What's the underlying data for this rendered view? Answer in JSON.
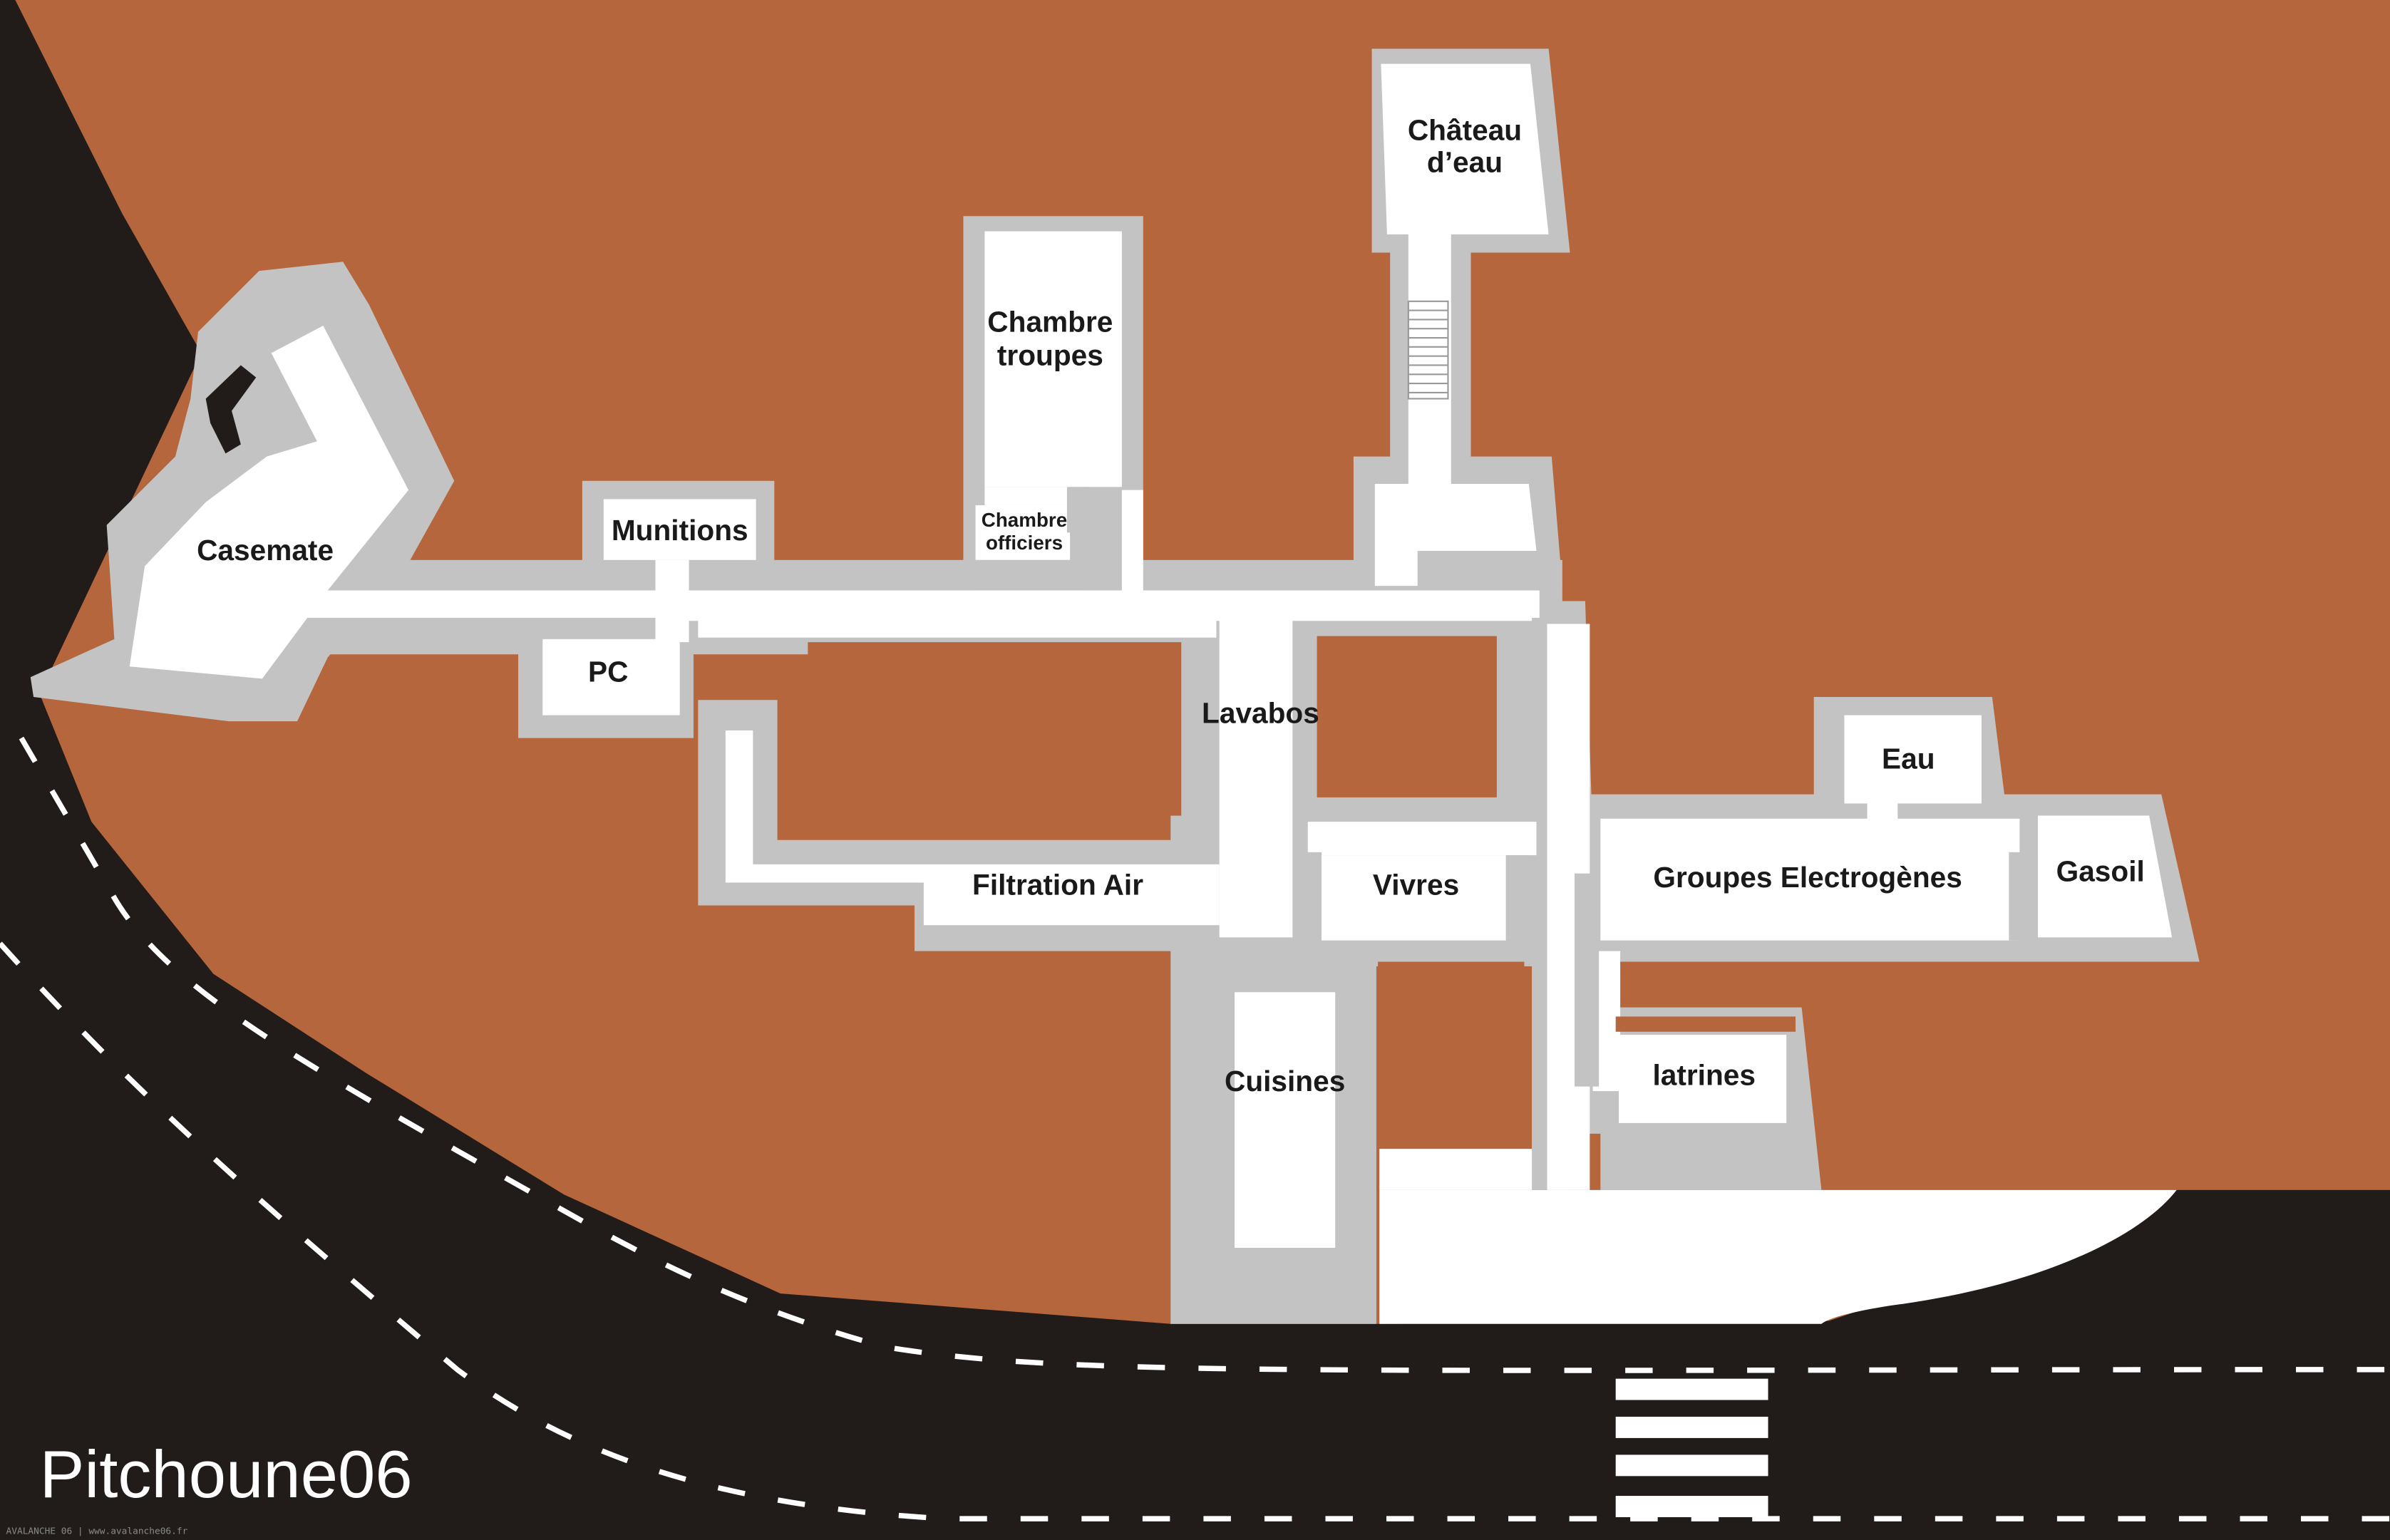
{
  "map": {
    "title": "Pitchoune06",
    "credit": "AVALANCHE 06 | www.avalanche06.fr"
  },
  "rooms": {
    "casemate": "Casemate",
    "munitions": "Munitions",
    "chambre_troupes_1": "Chambre",
    "chambre_troupes_2": "troupes",
    "chambre_officiers_1": "Chambre",
    "chambre_officiers_2": "officiers",
    "chateau_eau_1": "Château",
    "chateau_eau_2": "d’eau",
    "pc": "PC",
    "lavabos": "Lavabos",
    "filtration_air": "Filtration Air",
    "vivres": "Vivres",
    "groupes_electrogenes": "Groupes Electrogènes",
    "eau": "Eau",
    "gasoil": "Gasoil",
    "cuisines": "Cuisines",
    "latrines": "latrines"
  },
  "colors": {
    "terrain": "#b5663c",
    "road": "#211c1a",
    "wall": "#c3c3c3",
    "floor": "#ffffff",
    "markings": "#ffffff"
  }
}
